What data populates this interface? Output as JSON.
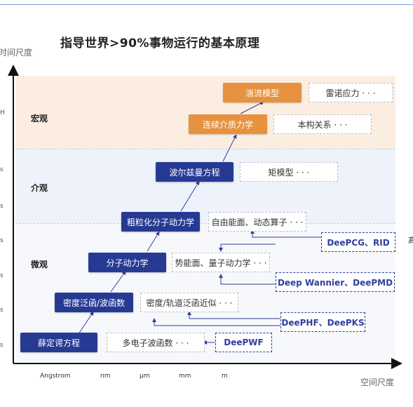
{
  "title": "指导世界>90%事物运行的基本原理",
  "y_axis_label": "时间尺度",
  "x_axis_label": "空间尺度",
  "scales": {
    "macro": "宏观",
    "meso": "介观",
    "micro": "微观"
  },
  "y_ticks": [
    "H",
    "s",
    "s",
    "s",
    "s",
    "s",
    "s"
  ],
  "x_ticks": [
    "Angstrom",
    "nm",
    "μm",
    "mm",
    "m"
  ],
  "methods": {
    "schrodinger": "薛定谔方程",
    "dft": "密度泛函/波函数",
    "md": "分子动力学",
    "cgmd": "粗粒化分子动力学",
    "boltzmann": "波尔兹曼方程",
    "continuum": "连续介质力学",
    "turbulence": "湍流模型"
  },
  "approximations": {
    "many_electron": "多电子波函数 · · ·",
    "density_orbital": "密度/轨道泛函近似 · · ·",
    "pes": "势能面、量子动力学 · · ·",
    "free_energy": "自由能面、动态算子 · · ·",
    "moment": "矩模型 · · ·",
    "constitutive": "本构关系 · · ·",
    "reynolds": "雷诺应力 · · ·"
  },
  "deep_methods": {
    "deeppwf": "DeePWF",
    "deephf": "DeePHF、DeePKS",
    "deepwannier": "Deep Wannier、DeePMD",
    "deeppcg": "DeePCG、RID"
  },
  "right_edge_text": "高",
  "colors": {
    "method_blue": "#273a93",
    "method_orange": "#e6923f",
    "deep_blue": "#2f3f9e",
    "macro_band": "#fbeee1",
    "meso_band": "#eef3fb"
  }
}
